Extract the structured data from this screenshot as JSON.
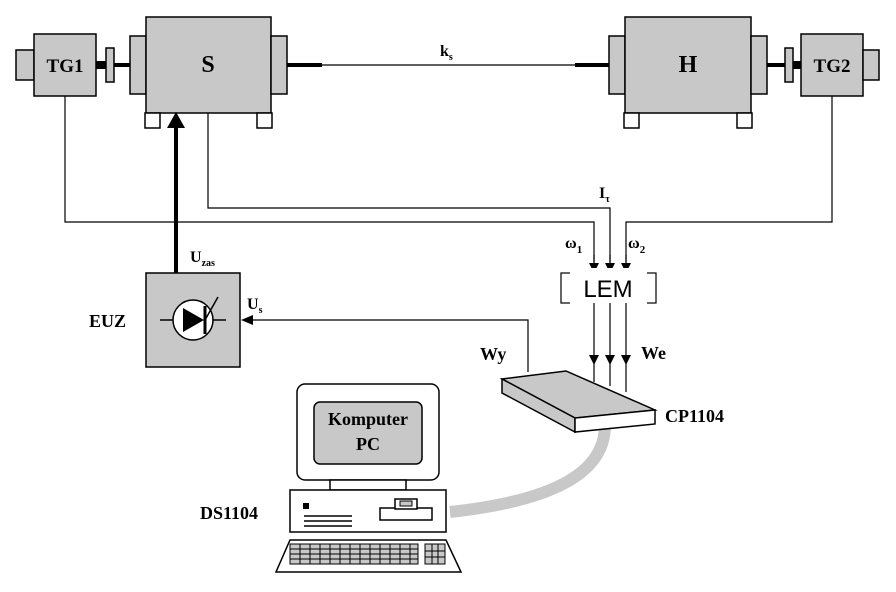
{
  "blocks": {
    "tg1": "TG1",
    "s": "S",
    "h": "H",
    "tg2": "TG2",
    "euz": "EUZ",
    "lem": "LEM",
    "cp1104": "CP1104",
    "ds1104": "DS1104",
    "pc_line1": "Komputer",
    "pc_line2": "PC"
  },
  "signals": {
    "ks_main": "k",
    "ks_sub": "s",
    "it_main": "I",
    "it_sub": "τ",
    "w1_main": "ω",
    "w1_sub": "1",
    "w2_main": "ω",
    "w2_sub": "2",
    "uzas_main": "U",
    "uzas_sub": "zas",
    "us_main": "U",
    "us_sub": "s",
    "wy": "Wy",
    "we": "We"
  },
  "colors": {
    "block_fill": "#c8c8c8",
    "cable": "#c8c8c8",
    "line": "#000000"
  }
}
